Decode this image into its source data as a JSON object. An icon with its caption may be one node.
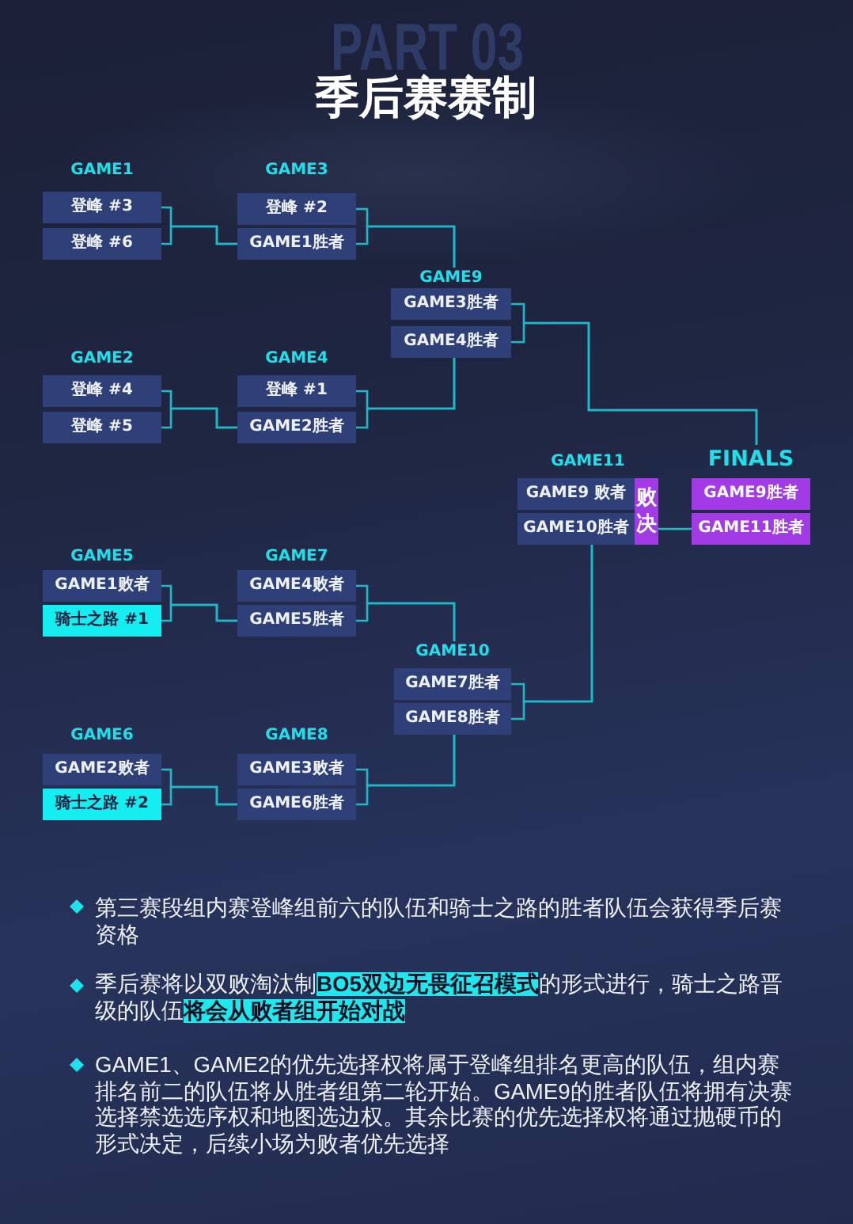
{
  "diagram": {
    "title": "季后赛赛制",
    "nodes": [
      {
        "text": [
          "GAME1"
        ]
      },
      {
        "text": [
          "登峰 #3"
        ],
        "in": 0
      },
      {
        "text": [
          "登峰 #6"
        ],
        "in": 0
      },
      {
        "text": [
          "GAME3"
        ]
      },
      {
        "text": [
          "登峰 #2"
        ],
        "in": 3
      },
      {
        "text": [
          "GAME1胜者"
        ],
        "in": 3
      },
      {
        "text": [
          "GAME9"
        ]
      },
      {
        "text": [
          "GAME3胜者"
        ],
        "in": 6
      },
      {
        "text": [
          "GAME4胜者"
        ],
        "in": 6
      },
      {
        "text": [
          "GAME2"
        ]
      },
      {
        "text": [
          "登峰 #4"
        ],
        "in": 9
      },
      {
        "text": [
          "登峰 #5"
        ],
        "in": 9
      },
      {
        "text": [
          "GAME4"
        ]
      },
      {
        "text": [
          "登峰 #1"
        ],
        "in": 12
      },
      {
        "text": [
          "GAME2胜者"
        ],
        "in": 12
      },
      {
        "text": [
          "GAME11"
        ]
      },
      {
        "text": [
          "GAME9 败者"
        ],
        "in": 15
      },
      {
        "text": [
          "GAME10胜者"
        ],
        "in": 15
      },
      {
        "text": [
          "败决"
        ],
        "in": 15
      },
      {
        "text": [
          "FINALS"
        ]
      },
      {
        "text": [
          "GAME9胜者"
        ],
        "in": 19
      },
      {
        "text": [
          "GAME11胜者"
        ],
        "in": 19
      },
      {
        "text": [
          "GAME5"
        ]
      },
      {
        "text": [
          "GAME1败者"
        ],
        "in": 22
      },
      {
        "text": [
          "骑士之路 #1"
        ],
        "in": 22
      },
      {
        "text": [
          "GAME7"
        ]
      },
      {
        "text": [
          "GAME4败者"
        ],
        "in": 25
      },
      {
        "text": [
          "GAME5胜者"
        ],
        "in": 25
      },
      {
        "text": [
          "GAME10"
        ]
      },
      {
        "text": [
          "GAME7胜者"
        ],
        "in": 28
      },
      {
        "text": [
          "GAME8胜者"
        ],
        "in": 28
      },
      {
        "text": [
          "GAME6"
        ]
      },
      {
        "text": [
          "GAME2败者"
        ],
        "in": 31
      },
      {
        "text": [
          "骑士之路 #2"
        ],
        "in": 31
      },
      {
        "text": [
          "GAME8"
        ]
      },
      {
        "text": [
          "GAME3败者"
        ],
        "in": 34
      },
      {
        "text": [
          "GAME6胜者"
        ],
        "in": 34
      }
    ],
    "edges": [
      {
        "from": 1,
        "to": 5,
        "arrow": "none"
      },
      {
        "from": 2,
        "to": 5,
        "arrow": "none"
      },
      {
        "from": 4,
        "to": 6,
        "arrow": "none"
      },
      {
        "from": 5,
        "to": 6,
        "arrow": "none"
      },
      {
        "from": 10,
        "to": 14,
        "arrow": "none"
      },
      {
        "from": 11,
        "to": 14,
        "arrow": "none"
      },
      {
        "from": 13,
        "to": 6,
        "arrow": "none"
      },
      {
        "from": 14,
        "to": 6,
        "arrow": "none"
      },
      {
        "from": 7,
        "to": 19,
        "arrow": "none"
      },
      {
        "from": 8,
        "to": 19,
        "arrow": "none"
      },
      {
        "from": 29,
        "to": 15,
        "arrow": "none"
      },
      {
        "from": 30,
        "to": 15,
        "arrow": "none"
      },
      {
        "from": 18,
        "to": 21,
        "arrow": "none"
      },
      {
        "from": 23,
        "to": 27,
        "arrow": "none"
      },
      {
        "from": 24,
        "to": 27,
        "arrow": "none"
      },
      {
        "from": 26,
        "to": 28,
        "arrow": "none"
      },
      {
        "from": 27,
        "to": 28,
        "arrow": "none"
      },
      {
        "from": 32,
        "to": 36,
        "arrow": "none"
      },
      {
        "from": 33,
        "to": 36,
        "arrow": "none"
      },
      {
        "from": 35,
        "to": 28,
        "arrow": "none"
      },
      {
        "from": 36,
        "to": 28,
        "arrow": "none"
      }
    ],
    "labels": [
      "PART 03",
      "第三赛段组内赛登峰组前六的队伍和骑士之路的胜者队伍会获得季后赛资格",
      "季后赛将以双败淘汰制**BO5双边无畏征召模式**的形式进行，骑士之路晋级的队伍**将会从败者组开始对战**",
      "GAME1、GAME2的优先选择权将属于登峰组排名更高的队伍，组内赛排名前二的队伍将从胜者组第二轮开始。GAME9的胜者队伍将拥有决赛选择禁选选序权和地图选边权。其余比赛的优先选择权将通过抛硬币的形式决定，后续小场为败者优先选择"
    ]
  }
}
